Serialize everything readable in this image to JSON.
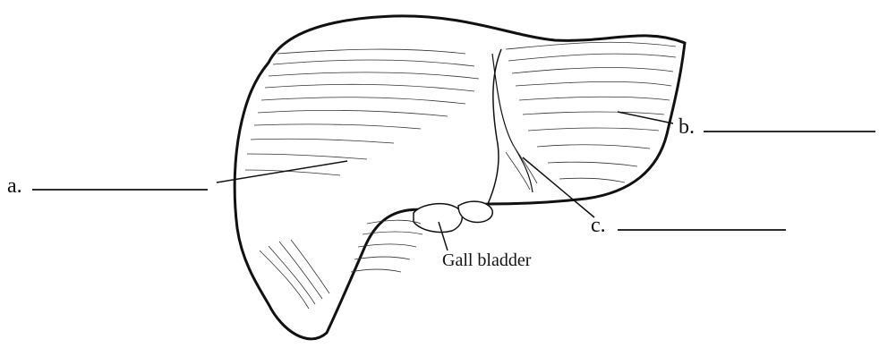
{
  "labels": {
    "a": "a.",
    "b": "b.",
    "c": "c.",
    "gall_bladder": "Gall bladder"
  },
  "colors": {
    "ink": "#111111",
    "background": "#ffffff"
  }
}
